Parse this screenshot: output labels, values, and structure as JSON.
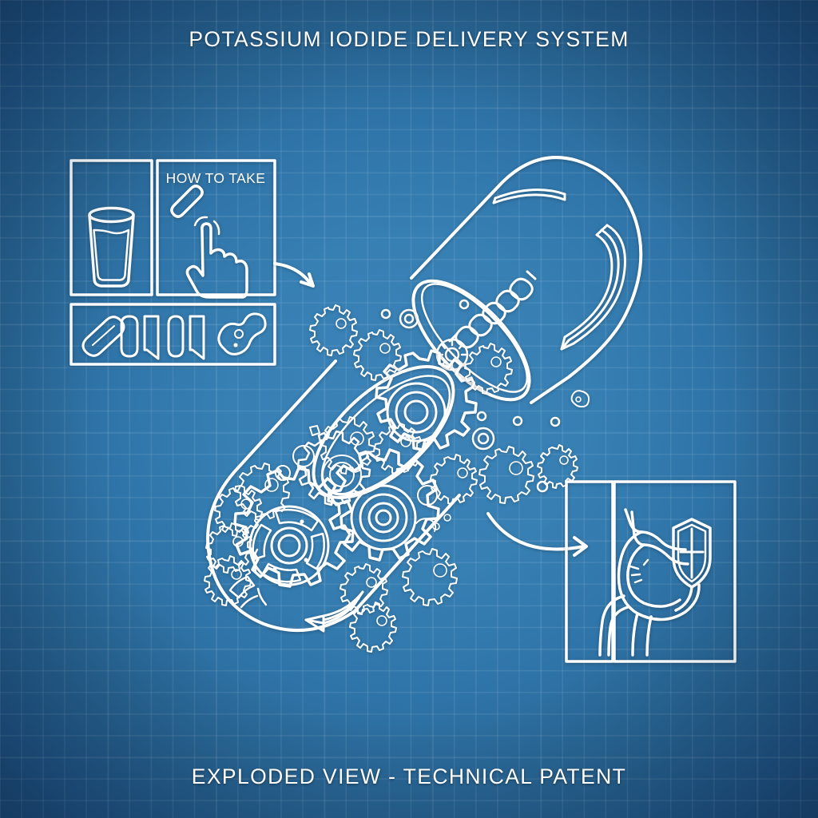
{
  "document": {
    "title": "POTASSIUM IODIDE DELIVERY SYSTEM",
    "caption": "EXPLODED VIEW - TECHNICAL PATENT",
    "style": "blueprint technical line drawing",
    "colors": {
      "background_center": "#3c83b8",
      "background_edge": "#184169",
      "grid_line": "rgba(255,255,255,0.085)",
      "ink": "#ffffff"
    }
  },
  "panels": {
    "instructions": {
      "label": "HOW TO TAKE",
      "water_glass_panel": "water-glass",
      "hand_panel": "hand-tapping-tablet",
      "dosage_strip": [
        "capsule",
        "blister-pack",
        "blister-pack",
        "softgel-molecule"
      ]
    },
    "absorption": {
      "left_cell": "empty-transition-cell",
      "right_cell": "stomach-with-shield"
    }
  },
  "diagram": {
    "subject": "exploded capsule",
    "upper_half": {
      "name": "capsule-top-half",
      "contents": [
        "coil-spring",
        "micro-gears",
        "curved-return-arrow"
      ]
    },
    "lower_half": {
      "name": "capsule-bottom-half",
      "contents": [
        "large-gear-train",
        "clockwork-rotor",
        "micro-gears",
        "motion-arrow"
      ]
    },
    "particles": "dispersed-gears-and-granules",
    "flow_arrows": [
      "arrow-intake",
      "arrow-absorption"
    ]
  },
  "icons": {
    "water_glass": "water-glass-icon",
    "pointing_hand": "pointing-hand-icon",
    "tablet": "tablet-icon",
    "capsule": "capsule-icon",
    "blister": "blister-pack-icon",
    "softgel": "softgel-icon",
    "stomach": "stomach-icon",
    "shield": "shield-icon",
    "gear": "gear-icon",
    "spring": "spring-icon"
  }
}
